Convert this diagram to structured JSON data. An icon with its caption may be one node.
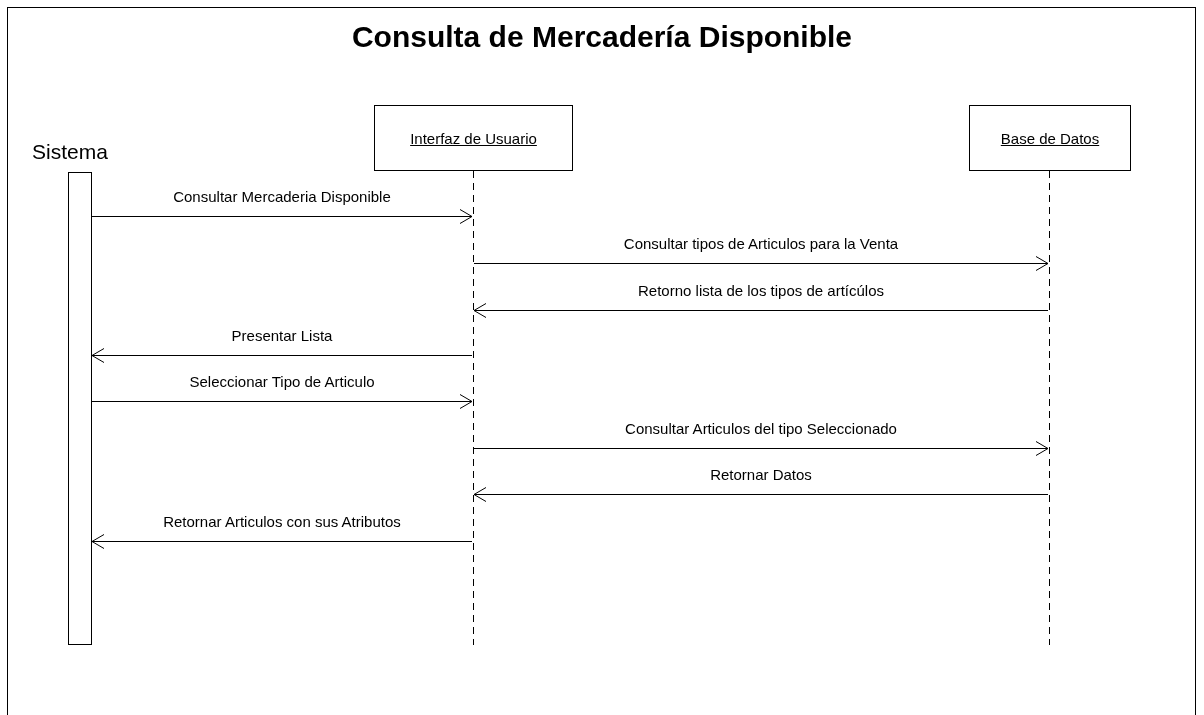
{
  "diagram": {
    "title": "Consulta de Mercadería Disponible",
    "nodes": [
      {
        "text": [
          "Sistema"
        ]
      },
      {
        "text": [
          "Interfaz de Usuario"
        ]
      },
      {
        "text": [
          "Base de Datos"
        ]
      },
      {
        "text": [],
        "shape": "line"
      },
      {
        "text": [],
        "shape": "line"
      }
    ],
    "edges": [
      {
        "from": 0,
        "to": 3,
        "arrow": "to",
        "label": "Consultar Mercaderia Disponible"
      },
      {
        "from": 3,
        "to": 4,
        "arrow": "to",
        "label": "Consultar tipos de Articulos para la Venta"
      },
      {
        "from": 4,
        "to": 3,
        "arrow": "to",
        "label": "Retorno lista de los tipos de artícúlos"
      },
      {
        "from": 3,
        "to": 0,
        "arrow": "to",
        "label": "Presentar Lista"
      },
      {
        "from": 0,
        "to": 3,
        "arrow": "to",
        "label": "Seleccionar Tipo de Articulo"
      },
      {
        "from": 3,
        "to": 4,
        "arrow": "to",
        "label": "Consultar Articulos del tipo Seleccionado"
      },
      {
        "from": 4,
        "to": 3,
        "arrow": "to",
        "label": "Retornar Datos"
      },
      {
        "from": 3,
        "to": 0,
        "arrow": "to",
        "label": "Retornar Articulos con sus Atributos"
      }
    ]
  }
}
